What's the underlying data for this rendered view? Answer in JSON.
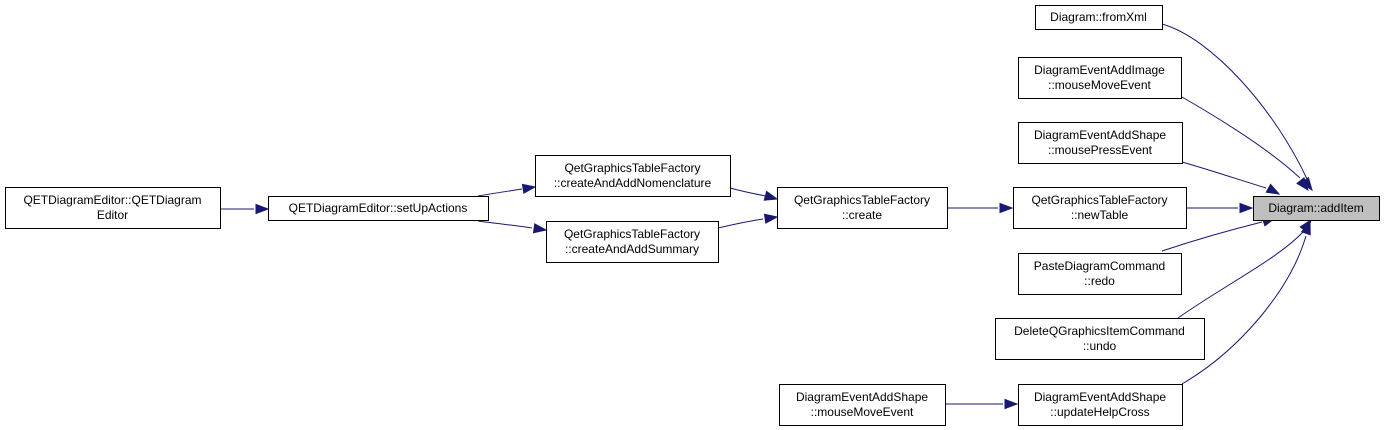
{
  "nodes": [
    {
      "id": "addItem",
      "lines": [
        "Diagram::addItem"
      ],
      "focus": true
    },
    {
      "id": "fromXml",
      "lines": [
        "Diagram::fromXml"
      ]
    },
    {
      "id": "addImageMove",
      "lines": [
        "DiagramEventAddImage",
        "::mouseMoveEvent"
      ]
    },
    {
      "id": "addShapePress",
      "lines": [
        "DiagramEventAddShape",
        "::mousePressEvent"
      ]
    },
    {
      "id": "newTable",
      "lines": [
        "QetGraphicsTableFactory",
        "::newTable"
      ]
    },
    {
      "id": "pasteRedo",
      "lines": [
        "PasteDiagramCommand",
        "::redo"
      ]
    },
    {
      "id": "deleteUndo",
      "lines": [
        "DeleteQGraphicsItemCommand",
        "::undo"
      ]
    },
    {
      "id": "updateHelpCross",
      "lines": [
        "DiagramEventAddShape",
        "::updateHelpCross"
      ]
    },
    {
      "id": "addShapeMove",
      "lines": [
        "DiagramEventAddShape",
        "::mouseMoveEvent"
      ]
    },
    {
      "id": "create",
      "lines": [
        "QetGraphicsTableFactory",
        "::create"
      ]
    },
    {
      "id": "createNomenclature",
      "lines": [
        "QetGraphicsTableFactory",
        "::createAndAddNomenclature"
      ]
    },
    {
      "id": "createSummary",
      "lines": [
        "QetGraphicsTableFactory",
        "::createAndAddSummary"
      ]
    },
    {
      "id": "setUpActions",
      "lines": [
        "QETDiagramEditor::setUpActions"
      ]
    },
    {
      "id": "editorCtor",
      "lines": [
        "QETDiagramEditor::QETDiagram",
        "Editor"
      ]
    }
  ],
  "edges": [
    {
      "from": "fromXml",
      "to": "addItem"
    },
    {
      "from": "addImageMove",
      "to": "addItem"
    },
    {
      "from": "addShapePress",
      "to": "addItem"
    },
    {
      "from": "newTable",
      "to": "addItem"
    },
    {
      "from": "pasteRedo",
      "to": "addItem"
    },
    {
      "from": "deleteUndo",
      "to": "addItem"
    },
    {
      "from": "updateHelpCross",
      "to": "addItem"
    },
    {
      "from": "addShapeMove",
      "to": "updateHelpCross"
    },
    {
      "from": "create",
      "to": "newTable"
    },
    {
      "from": "createNomenclature",
      "to": "create"
    },
    {
      "from": "createSummary",
      "to": "create"
    },
    {
      "from": "setUpActions",
      "to": "createNomenclature"
    },
    {
      "from": "setUpActions",
      "to": "createSummary"
    },
    {
      "from": "editorCtor",
      "to": "setUpActions"
    }
  ],
  "colors": {
    "edge": "#191970",
    "focus_fill": "#bfbfbf",
    "node_fill": "#ffffff",
    "border": "#000000"
  }
}
